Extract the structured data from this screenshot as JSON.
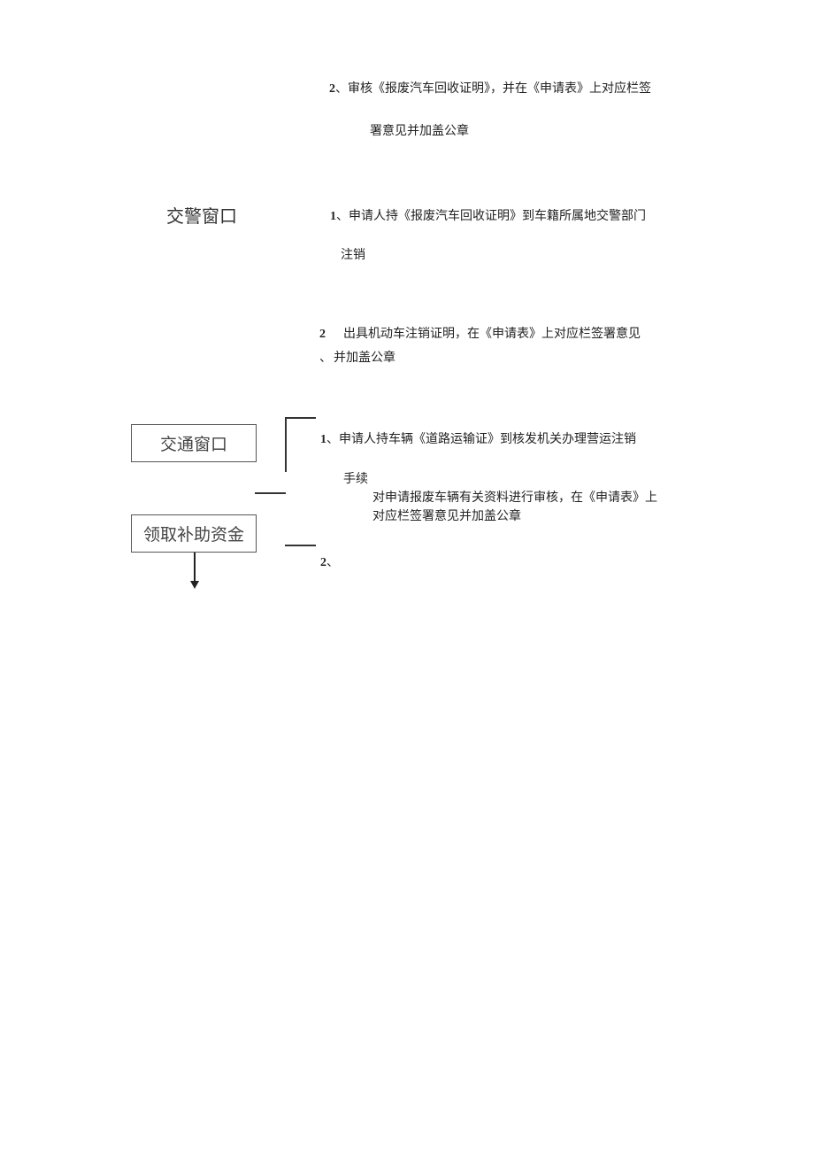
{
  "section_recycle": {
    "step2_num": "2",
    "step2_line1": "、审核《报废汽车回收证明》，并在《申请表》上对应栏签",
    "step2_line2": "署意见并加盖公章"
  },
  "section_police": {
    "label": "交警窗口",
    "step1_num": "1",
    "step1_line1": "、申请人持《报废汽车回收证明》到车籍所属地交警部门",
    "step1_line2": "注销",
    "step2_num": "2",
    "step2_line1": "出具机动车注销证明，在《申请表》上对应栏签署意见",
    "step2_mark": "、",
    "step2_line2": "并加盖公章"
  },
  "section_transport": {
    "label": "交通窗口",
    "step1_num": "1",
    "step1_line1": "、申请人持车辆《道路运输证》到核发机关办理营运注销",
    "step1_line2": "手续",
    "step2_line1": "对申请报废车辆有关资料进行审核，在《申请表》上",
    "step2_line2": "对应栏签署意见并加盖公章",
    "step2_num": "2",
    "step2_mark": "、"
  },
  "section_subsidy": {
    "label": "领取补助资金"
  }
}
